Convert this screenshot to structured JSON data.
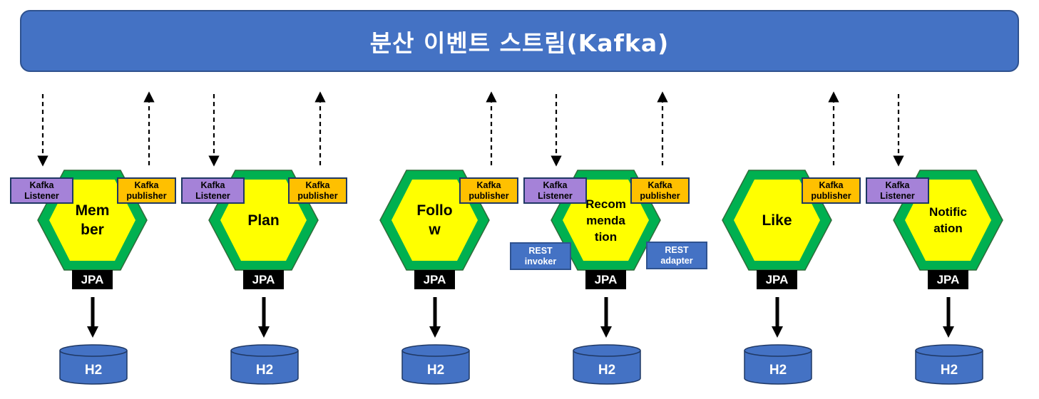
{
  "bus": {
    "label": "분산 이벤트 스트림(Kafka)"
  },
  "labels": {
    "listener": "Kafka\nListener",
    "publisher": "Kafka\npublisher",
    "rest_invoker": "REST\ninvoker",
    "rest_adapter": "REST\nadapter",
    "jpa": "JPA",
    "db": "H2"
  },
  "services": [
    {
      "name": "Mem\nber",
      "listener": true,
      "publisher": true
    },
    {
      "name": "Plan",
      "listener": true,
      "publisher": true
    },
    {
      "name": "Follo\nw",
      "listener": false,
      "publisher": true
    },
    {
      "name": "Recom\nmenda\ntion",
      "listener": true,
      "publisher": true,
      "rest_invoker": true,
      "rest_adapter": true
    },
    {
      "name": "Like",
      "listener": false,
      "publisher": true
    },
    {
      "name": "Notific\nation",
      "listener": true,
      "publisher": false
    }
  ],
  "colors": {
    "bus": "#4472C4",
    "hex_outer": "#00B050",
    "hex_inner": "#FFFF00",
    "listener": "#A582D8",
    "publisher": "#FFC000",
    "jpa": "#000000",
    "db": "#4472C4"
  }
}
